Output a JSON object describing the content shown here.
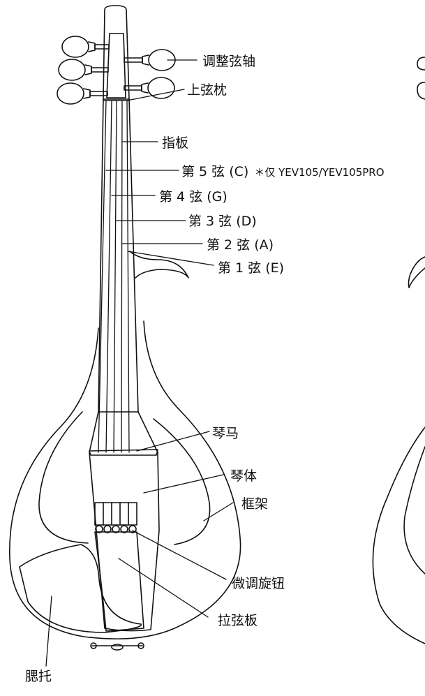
{
  "labels": {
    "tuning_pegs": "调整弦轴",
    "nut": "上弦枕",
    "fingerboard": "指板",
    "string5": "第 5 弦 (C)",
    "string5_note": "＊仅 YEV105/YEV105PRO",
    "string4": "第 4 弦 (G)",
    "string3": "第 3 弦 (D)",
    "string2": "第 2 弦 (A)",
    "string1": "第 1 弦 (E)",
    "bridge": "琴马",
    "body": "琴体",
    "frame": "框架",
    "fine_tuners": "微调旋钮",
    "tailpiece": "拉弦板",
    "chinrest": "腮托"
  },
  "colors": {
    "line": "#111111",
    "background": "#ffffff"
  }
}
